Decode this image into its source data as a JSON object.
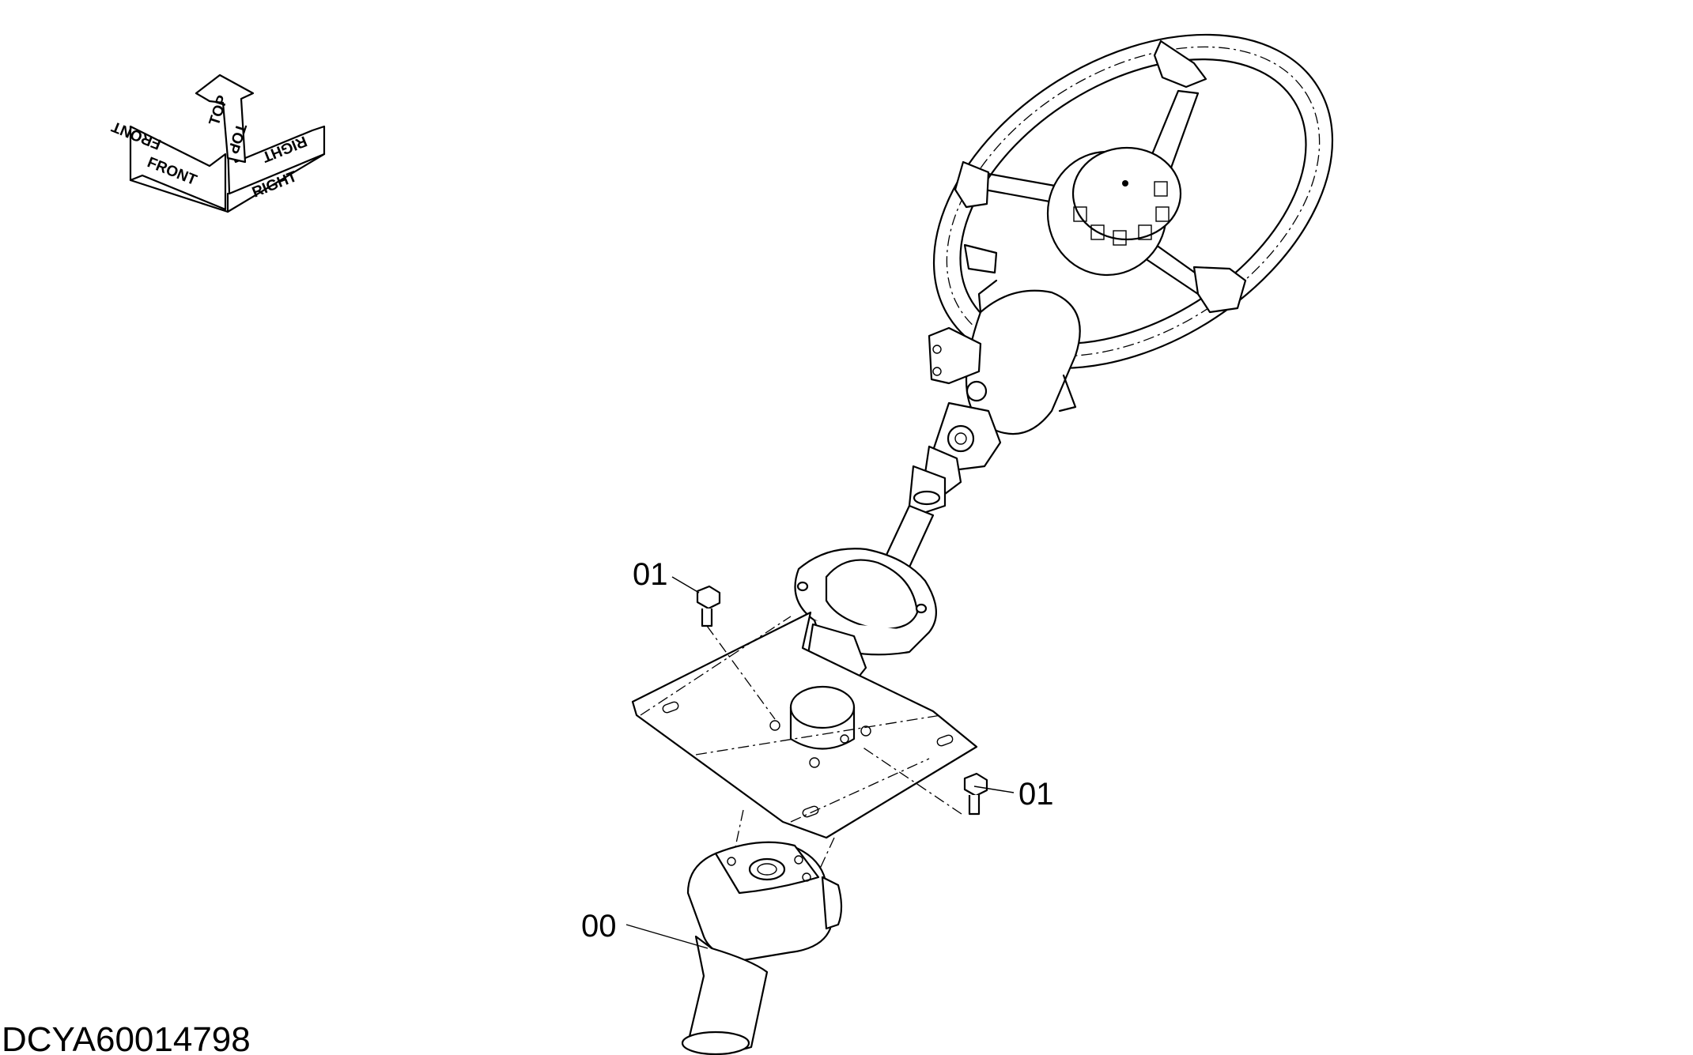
{
  "document_id": "DCYA60014798",
  "orientation_indicator": {
    "labels": [
      "FRONT",
      "TOP",
      "RIGHT"
    ]
  },
  "callouts": [
    {
      "part": "01",
      "label": "01"
    },
    {
      "part": "01",
      "label": "01"
    },
    {
      "part": "00",
      "label": "00"
    }
  ],
  "colors": {
    "line": "#000000",
    "background": "#ffffff"
  }
}
